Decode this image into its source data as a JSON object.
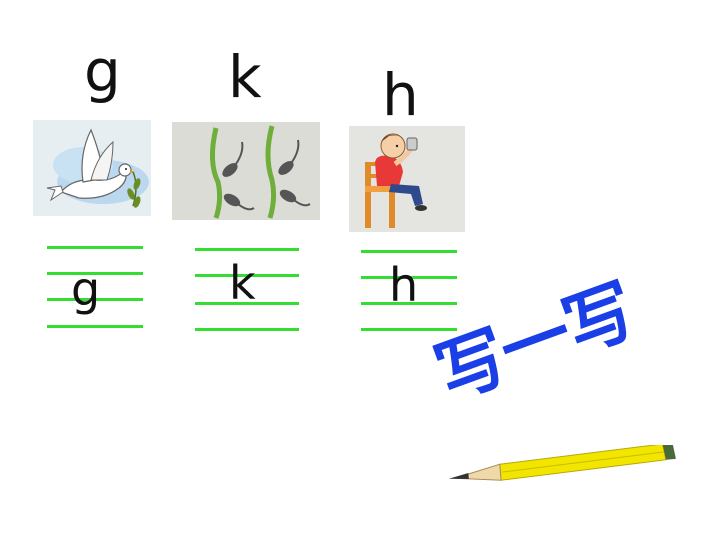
{
  "letters": {
    "g": "g",
    "k": "k",
    "h": "h"
  },
  "practice": {
    "g": "g",
    "k": "k",
    "h": "h"
  },
  "write_title": "写一写",
  "icons": {
    "g_picture": "dove-with-branch-picture",
    "k_picture": "tadpole-vines-picture",
    "h_picture": "boy-drinking-on-chair-picture",
    "pencil": "pencil-icon"
  },
  "colors": {
    "rule": "#33dd33",
    "title": "#1a3fe6",
    "pencil": "#f2e600"
  }
}
